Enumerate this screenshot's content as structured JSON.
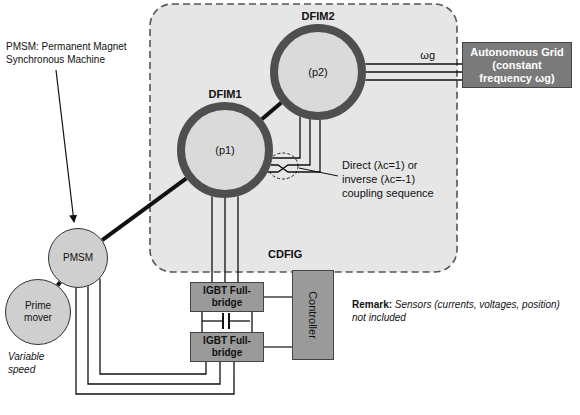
{
  "diagram": {
    "nodes": [
      {
        "text": [
          "CDFIG"
        ]
      },
      {
        "text": [
          "DFIM2",
          "(p2)"
        ],
        "in": 0
      },
      {
        "text": [
          "DFIM1",
          "(p1)"
        ],
        "in": 0
      },
      {
        "text": [
          "Autonomous Grid (constant frequency ωg)"
        ]
      },
      {
        "text": [
          "PMSM"
        ]
      },
      {
        "text": [
          "Prime mover"
        ]
      },
      {
        "text": [
          "IGBT Full-bridge"
        ]
      },
      {
        "text": [
          "IGBT Full-bridge"
        ]
      },
      {
        "text": [
          "Controller"
        ]
      }
    ],
    "edges": [
      {
        "from": 5,
        "to": 4,
        "arrow": "none"
      },
      {
        "from": 4,
        "to": 2,
        "arrow": "none"
      },
      {
        "from": 2,
        "to": 1,
        "arrow": "none"
      },
      {
        "from": 2,
        "to": 1,
        "arrow": "none"
      },
      {
        "from": 1,
        "to": 3,
        "label": "ωg",
        "arrow": "none"
      },
      {
        "from": 2,
        "to": 6,
        "arrow": "none"
      },
      {
        "from": 6,
        "to": 7,
        "arrow": "none"
      },
      {
        "from": 7,
        "to": 4,
        "arrow": "none"
      },
      {
        "from": 8,
        "to": 6,
        "arrow": "none"
      },
      {
        "from": 8,
        "to": 7,
        "arrow": "none"
      }
    ],
    "labels": [
      "PMSM: Permanent Magnet Synchronous Machine",
      "Direct (λc=1) or inverse (λc=-1) coupling sequence",
      "Remark:",
      "Sensors (currents, voltages, position) not included",
      "Variable speed"
    ]
  }
}
